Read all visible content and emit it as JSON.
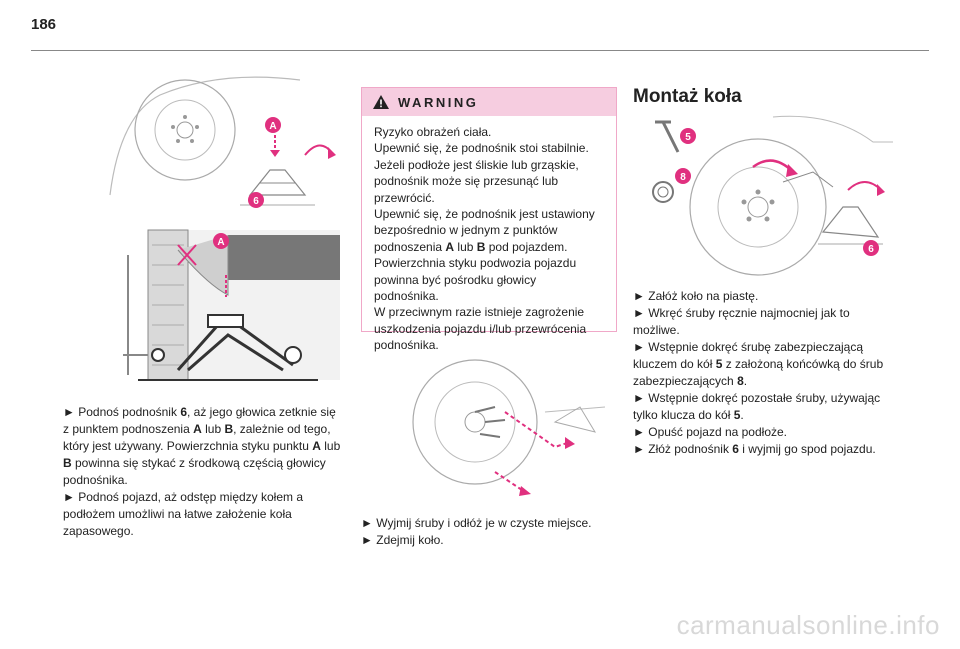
{
  "page_number": "186",
  "colors": {
    "accent_magenta": "#e0307f",
    "warning_header": "#f6cde0",
    "warning_border": "#f0a8c8"
  },
  "illustrations": {
    "fig1": {
      "callouts": [
        "A",
        "6"
      ]
    },
    "fig2": {
      "callouts": [
        "A"
      ]
    },
    "fig3": {
      "callouts": []
    },
    "fig4": {
      "callouts": [
        "5",
        "8",
        "6"
      ]
    }
  },
  "left_column": {
    "bullet": "►",
    "p1_pre": "Podnoś podnośnik ",
    "p1_b1": "6",
    "p1_mid1": ", aż jego głowica zetknie się z punktem podnoszenia ",
    "p1_b2": "A",
    "p1_mid2": " lub ",
    "p1_b3": "B",
    "p1_post": ", zależnie od tego, który jest używany. Powierzchnia styku punktu ",
    "p1_b4": "A",
    "p1_mid3": " lub ",
    "p1_b5": "B",
    "p1_end": " powinna się stykać z środkową częścią głowicy podnośnika.",
    "p2": "Podnoś pojazd, aż odstęp między kołem a podłożem umożliwi na łatwe założenie koła zapasowego."
  },
  "warning": {
    "icon": "warning-triangle-icon",
    "title": "WARNING",
    "lines": [
      "Ryzyko obrażeń ciała.",
      "Upewnić się, że podnośnik stoi stabilnie.",
      "Jeżeli podłoże jest śliskie lub grząskie, podnośnik może się przesunąć lub przewrócić."
    ],
    "l4_pre": "Upewnić się, że podnośnik jest ustawiony bezpośrednio w jednym z punktów podnoszenia ",
    "l4_b1": "A",
    "l4_mid": " lub ",
    "l4_b2": "B",
    "l4_post": " pod pojazdem.",
    "l5": "Powierzchnia styku podwozia pojazdu powinna być pośrodku głowicy podnośnika.",
    "l6": "W przeciwnym razie istnieje zagrożenie uszkodzenia pojazdu i/lub przewrócenia podnośnika."
  },
  "middle_column": {
    "items": [
      "Wyjmij śruby i odłóż je w czyste miejsce.",
      "Zdejmij koło."
    ]
  },
  "right_column": {
    "title": "Montaż koła",
    "i1": "Załóż koło na piastę.",
    "i2": "Wkręć śruby ręcznie najmocniej jak to możliwe.",
    "i3_pre": "Wstępnie dokręć śrubę zabezpieczającą kluczem do kół ",
    "i3_b1": "5",
    "i3_mid": " z założoną końcówką do śrub zabezpieczających ",
    "i3_b2": "8",
    "i3_post": ".",
    "i4_pre": "Wstępnie dokręć pozostałe śruby, używając tylko klucza do kół ",
    "i4_b1": "5",
    "i4_post": ".",
    "i5": "Opuść pojazd na podłoże.",
    "i6_pre": "Złóż podnośnik ",
    "i6_b1": "6",
    "i6_post": " i wyjmij go spod pojazdu."
  },
  "watermark": "carmanualsonline.info"
}
